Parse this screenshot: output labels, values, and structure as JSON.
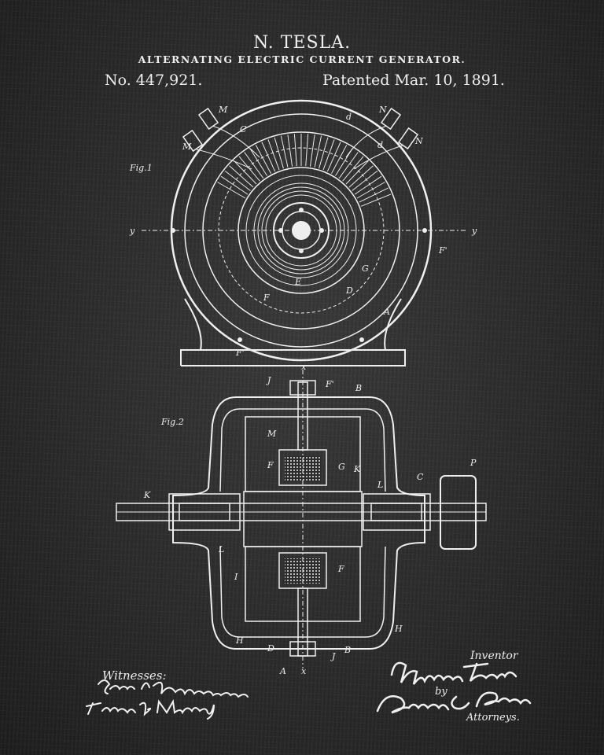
{
  "header": {
    "title": "N. TESLA.",
    "subtitle": "ALTERNATING ELECTRIC CURRENT GENERATOR.",
    "patent_number": "No. 447,921.",
    "patent_date": "Patented Mar. 10, 1891."
  },
  "figure_labels": {
    "fig1": "Fig.1",
    "fig2": "Fig.2"
  },
  "fig1_letters": [
    "M",
    "M",
    "C",
    "d",
    "d",
    "N",
    "N",
    "y",
    "y",
    "F'",
    "G",
    "F",
    "E",
    "D",
    "A",
    "F'"
  ],
  "fig2_letters": [
    "x",
    "J",
    "F'",
    "B",
    "M",
    "K",
    "F",
    "G",
    "L",
    "C",
    "P",
    "K",
    "L",
    "I",
    "F",
    "H",
    "D",
    "J",
    "B",
    "H",
    "A",
    "x"
  ],
  "footer": {
    "witnesses_label": "Witnesses:",
    "inventor_label": "Inventor",
    "by_label": "by",
    "attorneys_label": "Attorneys."
  },
  "signatures": [
    "Ernest Hopkinson",
    "Frank B. Murphy",
    "Nikola Tesla",
    "Duncan & Page"
  ],
  "colors": {
    "background": "#2b2b2b",
    "ink": "#eeeeee"
  }
}
